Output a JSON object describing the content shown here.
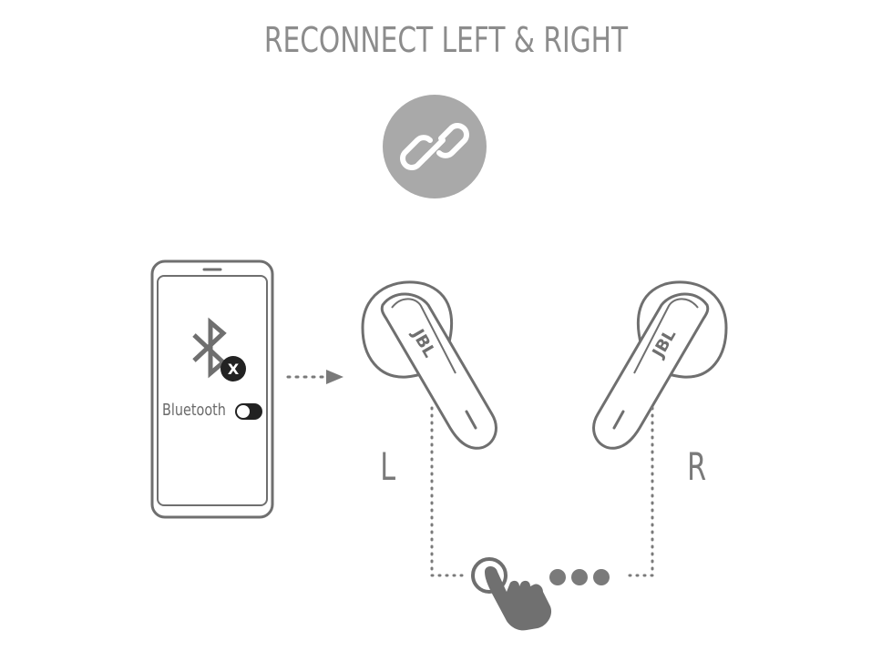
{
  "title": "RECONNECT LEFT & RIGHT",
  "phone": {
    "bluetooth_label": "Bluetooth",
    "icons": [
      "bluetooth-icon",
      "x-badge-icon",
      "toggle-icon"
    ]
  },
  "earbuds": {
    "left_label": "L",
    "right_label": "R",
    "brand_left": "JBL",
    "brand_right": "JBL"
  },
  "center_icon": "link-icon",
  "gesture_icon": "tap-hand-icon",
  "colors": {
    "title": "#8c8c8c",
    "icon_circle": "#a9a9a9",
    "outline": "#6f6f6f",
    "dots": "#7a7a7a"
  }
}
